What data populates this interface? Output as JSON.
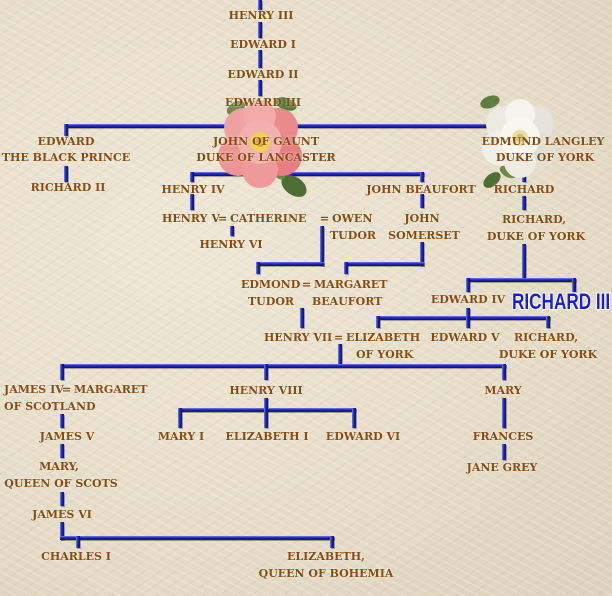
{
  "tree": {
    "henry3": "HENRY III",
    "edward1": "EDWARD I",
    "edward2": "EDWARD II",
    "edward3": "EDWARD III",
    "black_prince_1": "EDWARD",
    "black_prince_2": "THE BLACK PRINCE",
    "richard2": "RICHARD II",
    "john_gaunt_1": "JOHN OF GAUNT",
    "john_gaunt_2": "DUKE OF LANCASTER",
    "henry4": "HENRY IV",
    "john_beaufort": "JOHN BEAUFORT",
    "henry5": "HENRY V",
    "eq1": "=",
    "catherine": "CATHERINE",
    "eq2": "=",
    "owen_1": "OWEN",
    "owen_2": "TUDOR",
    "john_somerset_1": "JOHN",
    "john_somerset_2": "SOMERSET",
    "henry6": "HENRY VI",
    "edmund_langley_1": "EDMUND LANGLEY",
    "edmund_langley_2": "DUKE OF YORK",
    "richard_cambridge": "RICHARD",
    "richard_york_1": "RICHARD,",
    "richard_york_2": "DUKE OF YORK",
    "edmond_tudor_1": "EDMOND",
    "edmond_tudor_2": "TUDOR",
    "eq3": "=",
    "margaret_beaufort_1": "MARGARET",
    "margaret_beaufort_2": "BEAUFORT",
    "edward4": "EDWARD IV",
    "richard3": "RICHARD III",
    "henry7": "HENRY VII",
    "eq4": "=",
    "elizabeth_york_1": "ELIZABETH",
    "elizabeth_york_2": "OF YORK",
    "edward5": "EDWARD V",
    "richard_york2_1": "RICHARD,",
    "richard_york2_2": "DUKE OF YORK",
    "james4": "JAMES IV",
    "eq5": "=",
    "margaret_1": "MARGARET",
    "margaret_2": "OF SCOTLAND",
    "henry8": "HENRY VIII",
    "mary_tudor": "MARY",
    "james5": "JAMES V",
    "mary1": "MARY I",
    "elizabeth1": "ELIZABETH I",
    "edward6": "EDWARD VI",
    "frances": "FRANCES",
    "mary_scots_1": "MARY,",
    "mary_scots_2": "QUEEN OF SCOTS",
    "jane_grey": "JANE GREY",
    "james6": "JAMES VI",
    "charles1": "CHARLES I",
    "elizabeth_bohemia_1": "ELIZABETH,",
    "elizabeth_bohemia_2": "QUEEN OF BOHEMIA"
  },
  "colors": {
    "line": "#1c25b6",
    "text": "#8a4a12",
    "accent_text": "#1a1fd0",
    "red_rose": "#e8787c",
    "white_rose": "#f4f2ea"
  },
  "icons": [
    "red-rose-icon",
    "white-rose-icon"
  ]
}
